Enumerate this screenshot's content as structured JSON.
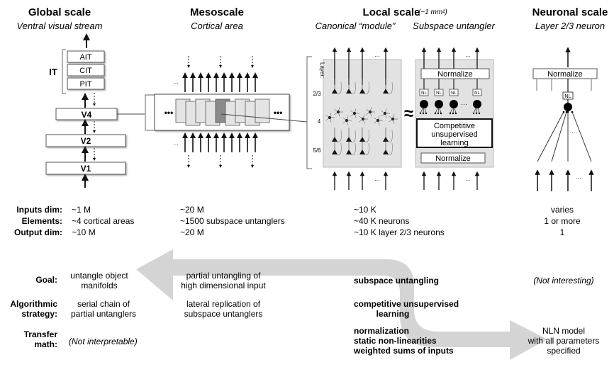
{
  "columns": {
    "global": {
      "title": "Global scale",
      "subtitle": "Ventral visual stream"
    },
    "meso": {
      "title": "Mesoscale",
      "subtitle": "Cortical area"
    },
    "local": {
      "title": "Local scale",
      "title_note": "(~1 mm²)",
      "sub_left": "Canonical “module”",
      "sub_right": "Subspace untangler"
    },
    "neuronal": {
      "title": "Neuronal scale",
      "subtitle": "Layer 2/3 neuron"
    }
  },
  "global_diagram": {
    "it_label": "IT",
    "it_areas": [
      "AIT",
      "CIT",
      "PIT"
    ],
    "areas": [
      "V4",
      "V2",
      "V1"
    ]
  },
  "meso_diagram": {
    "ellipsis": "•••"
  },
  "local_diagram": {
    "layer_title": "Layer:",
    "layers": [
      "2/3",
      "4",
      "5/6"
    ],
    "approx": "≈",
    "normalize_top": "Normalize",
    "normalize_bottom": "Normalize",
    "nl": "NL",
    "learning": [
      "Competitive",
      "unsupervised",
      "learning"
    ],
    "dots": "···"
  },
  "neuron_diagram": {
    "normalize": "Normalize",
    "nl": "NL",
    "dots": "···"
  },
  "stats": {
    "labels": [
      "Inputs dim:",
      "Elements:",
      "Output dim:"
    ],
    "global": [
      "~1 M",
      "~4 cortical areas",
      "~10 M"
    ],
    "meso": [
      "~20 M",
      "~1500 subspace untanglers",
      "~20 M"
    ],
    "local": [
      "~10 K",
      "~40 K neurons",
      "~10 K layer 2/3 neurons"
    ],
    "neuronal": [
      "varies",
      "1 or more",
      "1"
    ]
  },
  "rows": {
    "goal": {
      "label": [
        "Goal:"
      ],
      "global": [
        "untangle object",
        "manifolds"
      ],
      "meso": [
        "partial untangling of",
        "high dimensional input"
      ],
      "local": [
        "subspace untangling"
      ],
      "neuronal": [
        "(Not interesting)"
      ]
    },
    "strategy": {
      "label": [
        "Algorithmic",
        "strategy:"
      ],
      "global": [
        "serial chain of",
        "partial untanglers"
      ],
      "meso": [
        "lateral replication of",
        "subspace untanglers"
      ],
      "local": [
        "competitive unsupervised",
        "learning"
      ]
    },
    "transfer": {
      "label": [
        "Transfer",
        "math:"
      ],
      "global": [
        "(Not interpretable)"
      ],
      "local": [
        "normalization",
        "static non-linearities",
        "weighted sums of inputs"
      ],
      "neuronal": [
        "NLN model",
        "with all parameters",
        "specified"
      ]
    }
  },
  "colors": {
    "arrow_band": "#d4d4d4",
    "panel": "#e0e0e0",
    "column_light": "#e4e4e4",
    "column_dark": "#8a8a8a"
  }
}
